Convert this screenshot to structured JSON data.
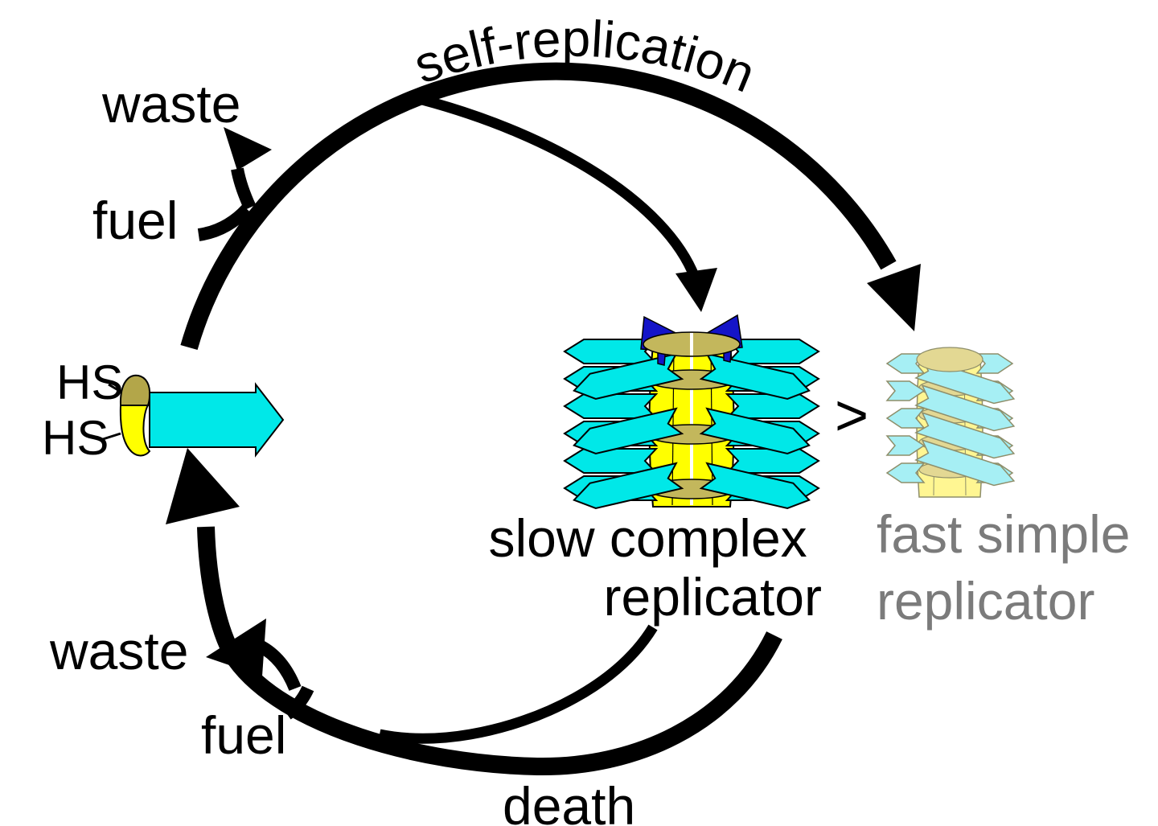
{
  "title": {
    "text": "self-replication"
  },
  "cycle": {
    "waste_top": "waste",
    "fuel_top": "fuel",
    "waste_bottom": "waste",
    "fuel_bottom": "fuel",
    "death": "death"
  },
  "monomer": {
    "thiol_top": "HS",
    "thiol_bottom": "HS"
  },
  "comparison": ">",
  "slow_replicator": {
    "line1": "slow complex",
    "line2": "replicator"
  },
  "fast_replicator": {
    "line1": "fast simple",
    "line2": "replicator"
  },
  "colors": {
    "cyan": "#00E8E8",
    "yellow": "#FFFF00",
    "khaki": "#C3B75C",
    "olive": "#B3A649",
    "blue": "#1414C8",
    "pale_cyan": "#A6EFF4",
    "pale_yellow": "#FFF692",
    "pale_khaki": "#E3D893",
    "pale_stroke": "#8E8E6A",
    "gray_text": "#7B7B7B",
    "black": "#000000"
  }
}
